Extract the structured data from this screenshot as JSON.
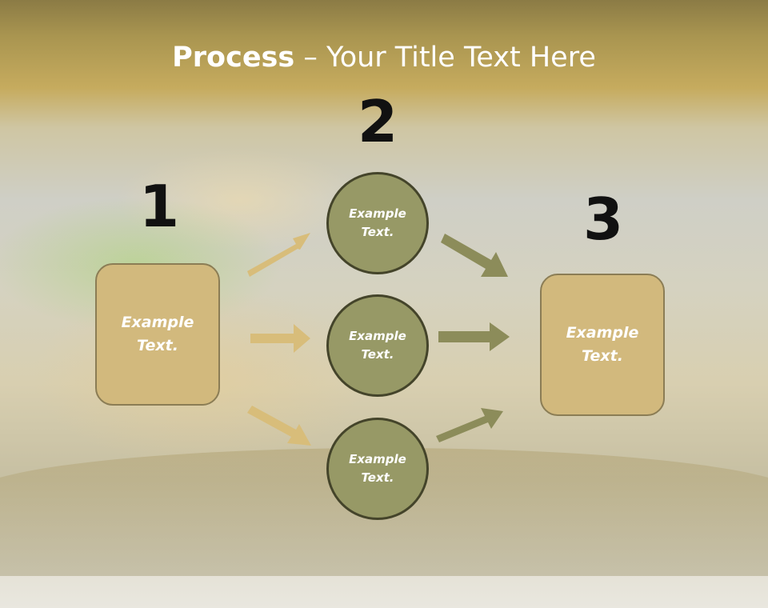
{
  "title": {
    "bold": "Process",
    "rest": " – Your Title Text Here"
  },
  "steps": {
    "step1": {
      "number": "1",
      "text_line1": "Example",
      "text_line2": "Text."
    },
    "step2": {
      "number": "2",
      "circles": [
        {
          "line1": "Example",
          "line2": "Text."
        },
        {
          "line1": "Example",
          "line2": "Text."
        },
        {
          "line1": "Example",
          "line2": "Text."
        }
      ]
    },
    "step3": {
      "number": "3",
      "text_line1": "Example",
      "text_line2": "Text."
    }
  },
  "colors": {
    "box_fill": "#d2b97d",
    "circle_fill": "#979966",
    "arrow_left": "#d8bd7a",
    "arrow_right": "#8c8c5a"
  }
}
